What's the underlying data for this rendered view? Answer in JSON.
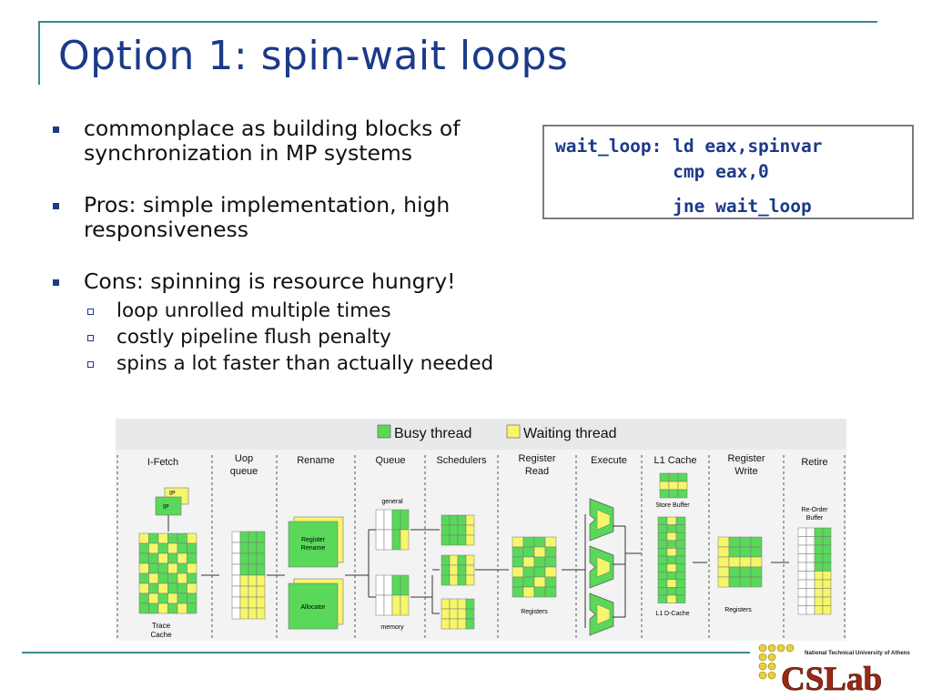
{
  "slide": {
    "title": "Option 1: spin-wait loops",
    "bullets": [
      {
        "line1": "commonplace as building blocks of",
        "line2": "synchronization in MP systems"
      },
      {
        "line1": "Pros: simple implementation, high",
        "line2": "responsiveness"
      },
      {
        "line1": "Cons: spinning is resource hungry!"
      }
    ],
    "subbullets": [
      "loop unrolled multiple times",
      "costly pipeline flush penalty",
      "spins a lot faster than actually needed"
    ],
    "code": {
      "line1": "wait_loop: ld eax,spinvar",
      "line2": "           cmp eax,0",
      "line3": "           jne wait_loop"
    }
  },
  "figure": {
    "legend": {
      "busy": "Busy thread",
      "waiting": "Waiting thread"
    },
    "colors": {
      "busy": "#59d85a",
      "waiting": "#f6f66a",
      "background": "#f3f3f3"
    },
    "stages": [
      "I-Fetch",
      "Uop queue",
      "Rename",
      "Queue",
      "Schedulers",
      "Register Read",
      "Execute",
      "L1 Cache",
      "Register Write",
      "Retire"
    ],
    "labels": {
      "ip": "IP",
      "trace_cache": "Trace Cache",
      "register_rename": "Register Rename",
      "allocator": "Allocator",
      "general": "general",
      "memory": "memory",
      "registers": "Registers",
      "store_buffer": "Store Buffer",
      "l1_dcache": "L1 D-Cache",
      "reorder_buffer": "Re-Order Buffer"
    }
  },
  "logo": {
    "org": "National Technical University of Athens",
    "name": "CSLab"
  }
}
